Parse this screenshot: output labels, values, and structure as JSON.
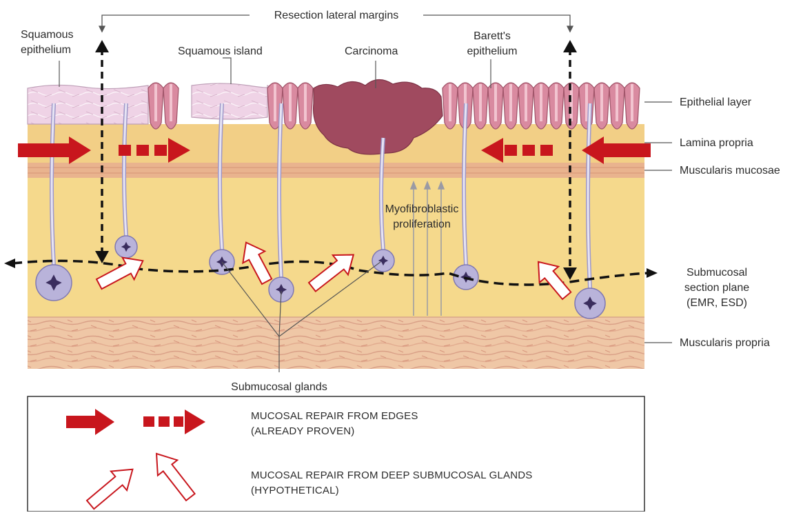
{
  "top_labels": {
    "resection_margins": "Resection lateral margins",
    "squamous_epithelium_1": "Squamous",
    "squamous_epithelium_2": "epithelium",
    "squamous_island": "Squamous island",
    "carcinoma": "Carcinoma",
    "baretts_1": "Barett's",
    "baretts_2": "epithelium"
  },
  "right_labels": {
    "epithelial_layer": "Epithelial layer",
    "lamina_propria": "Lamina propria",
    "muscularis_mucosae": "Muscularis mucosae",
    "submucosal_plane_1": "Submucosal",
    "submucosal_plane_2": "section plane",
    "submucosal_plane_3": "(EMR, ESD)",
    "muscularis_propria": "Muscularis propria"
  },
  "center_labels": {
    "myofibroblastic_1": "Myofibroblastic",
    "myofibroblastic_2": "proliferation",
    "submucosal_glands": "Submucosal glands"
  },
  "legend": {
    "edges_1": "MUCOSAL REPAIR FROM EDGES",
    "edges_2": "(ALREADY PROVEN)",
    "deep_1": "MUCOSAL REPAIR FROM DEEP SUBMUCOSAL GLANDS",
    "deep_2": "(HYPOTHETICAL)"
  },
  "colors": {
    "background": "#ffffff",
    "submucosa": "#f5d98c",
    "lamina_propria": "#f2cf86",
    "muscularis_mucosae": "#e9b38e",
    "muscularis_propria": "#efc7a6",
    "squamous": "#efd0e4",
    "columnar": "#d98aa0",
    "carcinoma": "#a04a5f",
    "gland": "#b9b3da",
    "repair_arrow": "#c8161d",
    "text": "#2b2b2b"
  }
}
